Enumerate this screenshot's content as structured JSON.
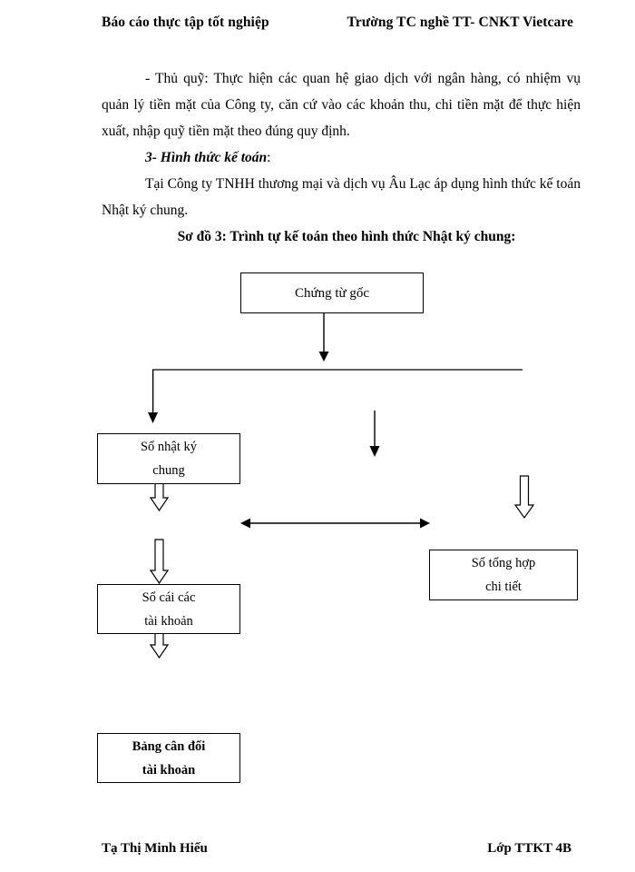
{
  "header": {
    "left": "Báo cáo thực tập tốt nghiệp",
    "right": "Trường TC nghề TT- CNKT Vietcare"
  },
  "body": {
    "paragraph_1": "- Thủ quỹ: Thực hiện các quan hệ giao dịch với ngân hàng, có nhiệm vụ quản lý tiền mặt của Công ty, căn cứ vào các khoản thu, chi tiền mặt để thực hiện xuất, nhập quỹ tiền mặt theo đúng quy định.",
    "heading_3": "3- Hình thức kế toán",
    "heading_3_suffix": ":",
    "paragraph_2": "Tại Công ty TNHH thương mại và dịch vụ Âu Lạc áp dụng hình thức kế toán Nhật ký chung.",
    "diagram_title": "Sơ đồ 3: Trình tự kế toán theo hình thức Nhật ký chung:"
  },
  "diagram": {
    "nodes": [
      {
        "id": "chung-tu-goc",
        "line1": "Chứng từ gốc",
        "line2": ""
      },
      {
        "id": "so-nhat-ky-chung",
        "line1": "Sổ nhật ký",
        "line2": "chung"
      },
      {
        "id": "so-tong-hop-chi-tiet",
        "line1": "Sổ tổng hợp",
        "line2": "chi tiết"
      },
      {
        "id": "so-cai-cac-tai-khoan",
        "line1": "Sổ cái các",
        "line2": "tài khoản"
      },
      {
        "id": "bang-can-doi-tai-khoan",
        "line1": "Bảng cân đối",
        "line2": "tài khoản"
      }
    ],
    "stroke_color": "#000000"
  },
  "footer": {
    "left": "Tạ Thị Minh Hiếu",
    "right": "Lớp TTKT 4B"
  }
}
